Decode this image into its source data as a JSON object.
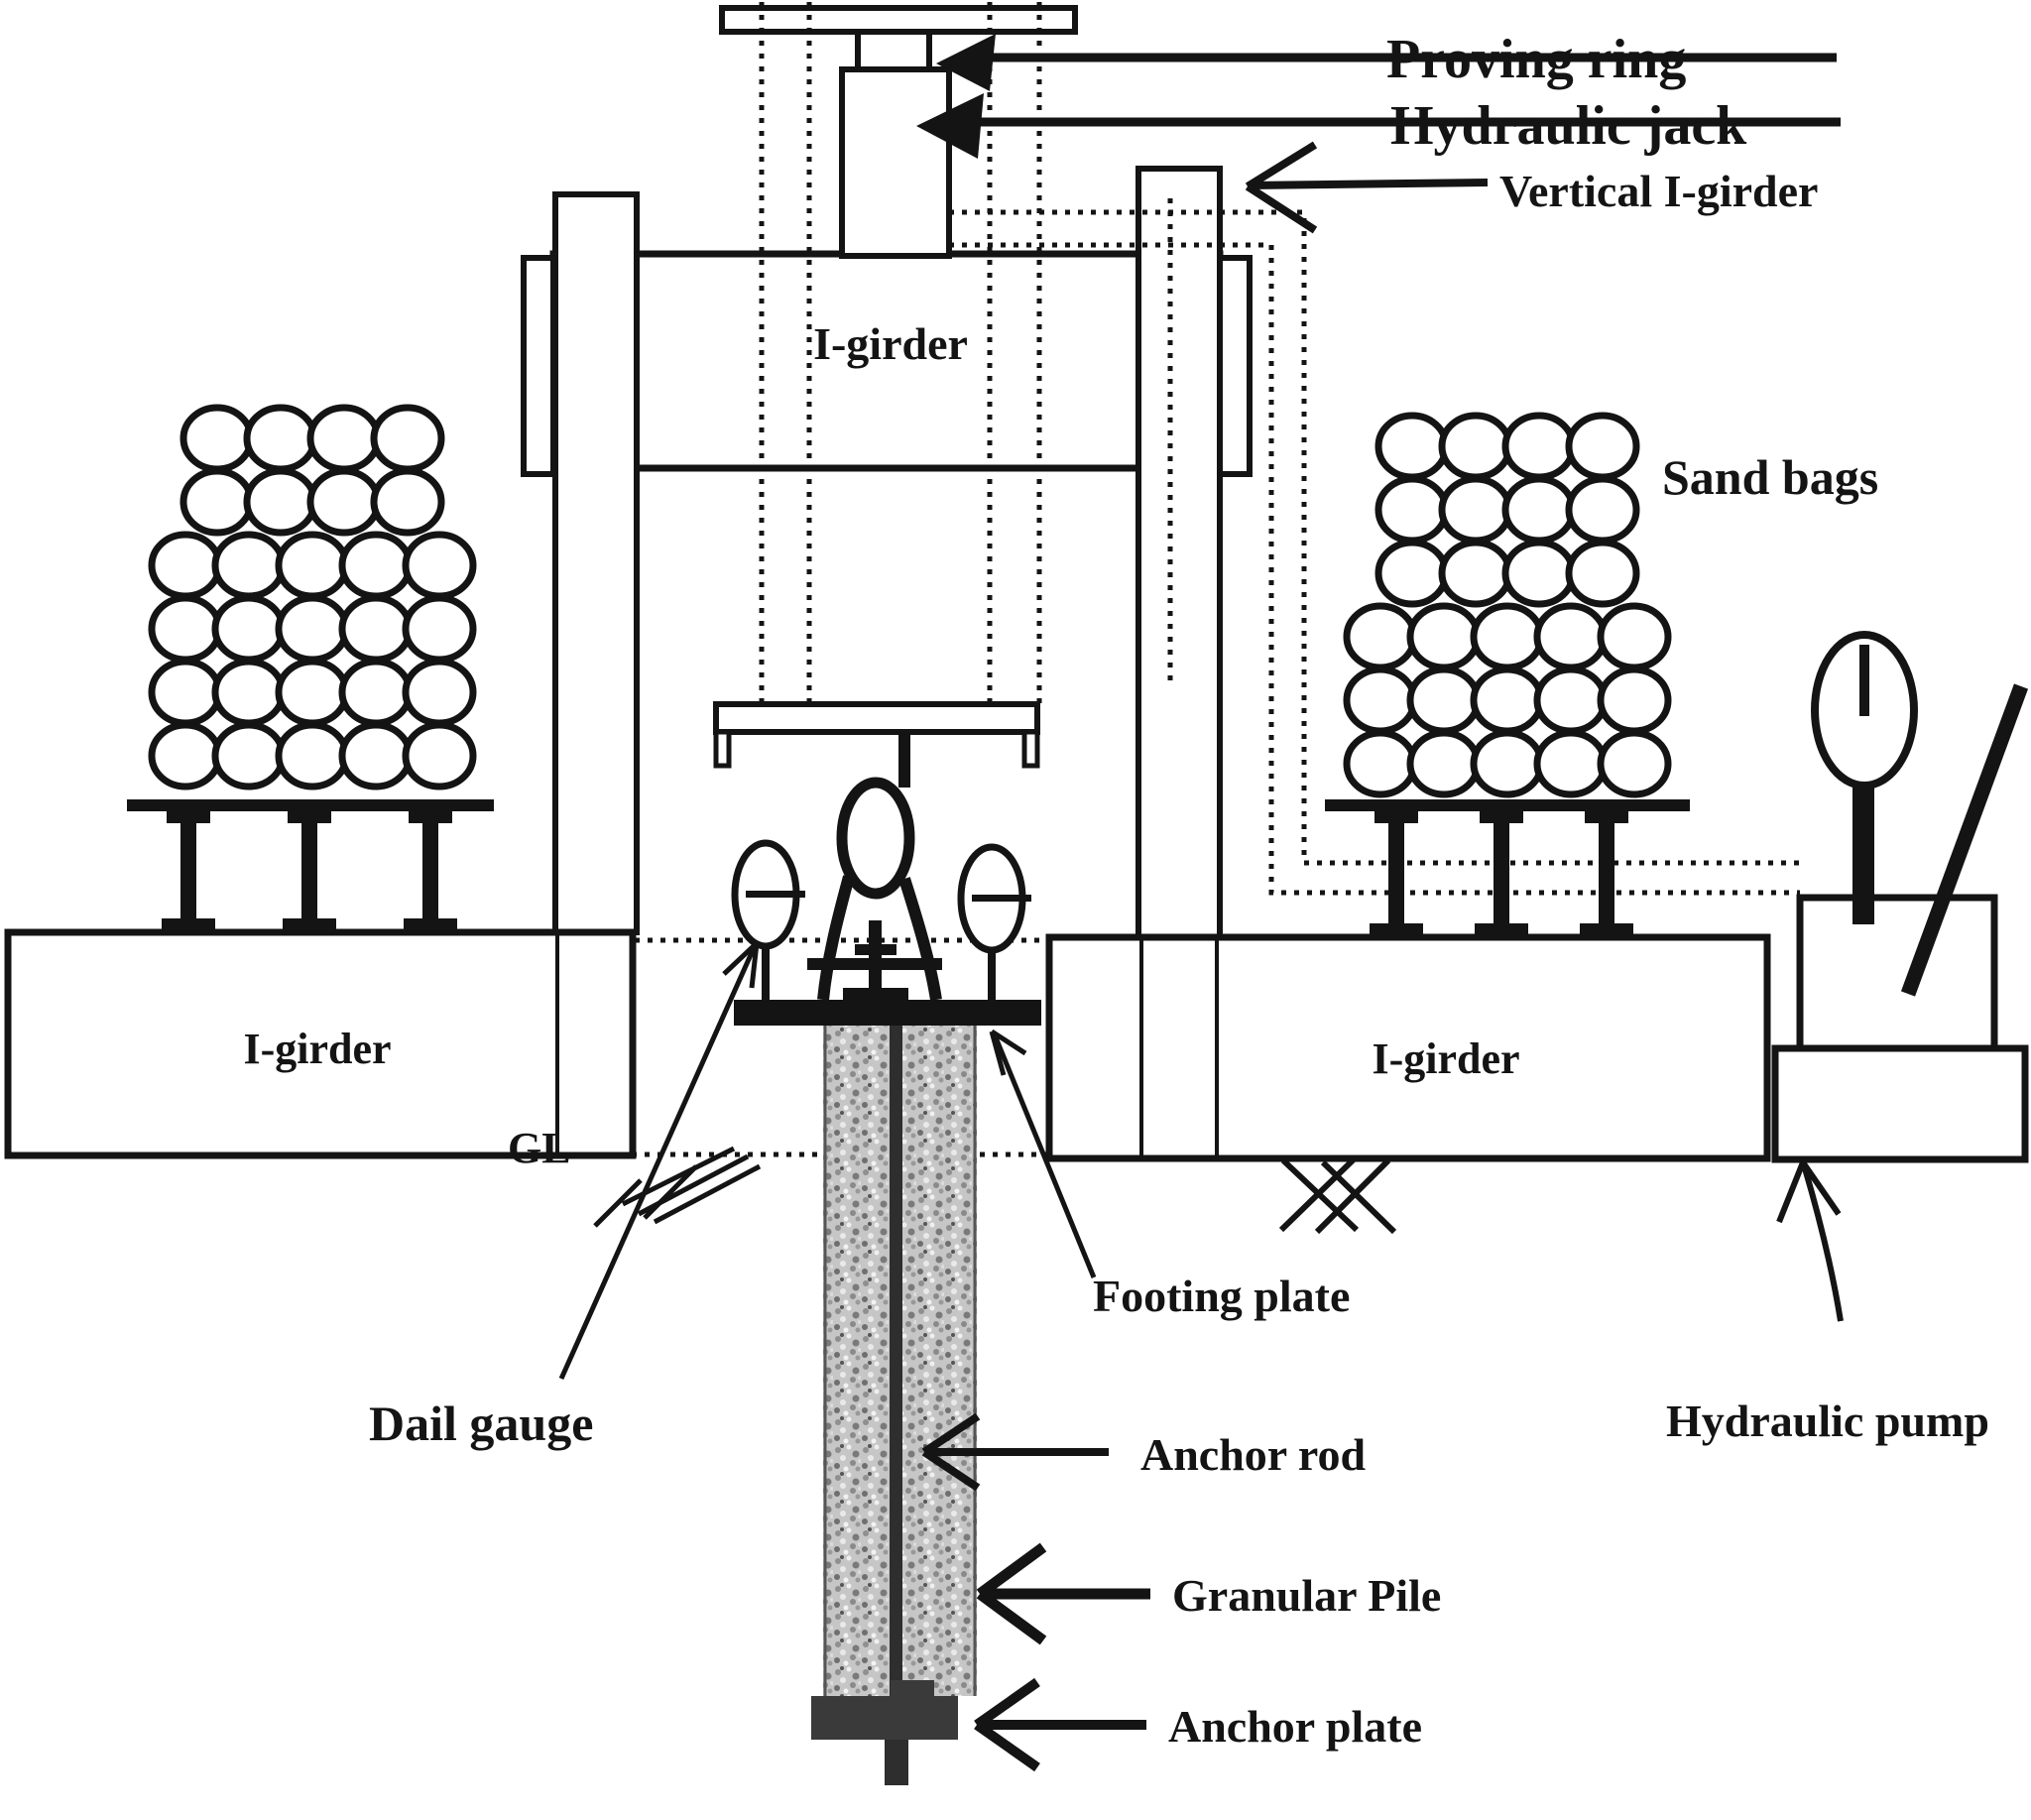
{
  "figure": {
    "description": "Schematic test setup for loading a granular pile anchor",
    "colors": {
      "ink": "#141414",
      "paper": "#ffffff",
      "pile_fill": "#c6c6c6",
      "anchor_dark": "#3a3a3a",
      "rod_dark": "#2e2e2e"
    },
    "labels": {
      "proving_ring": "Proving ring",
      "hydraulic_jack": "Hydraulic jack",
      "vertical_igirder": "Vertical I-girder",
      "igirder_top": "I-girder",
      "igirder_left": "I-girder",
      "igirder_right": "I-girder",
      "sand_bags": "Sand bags",
      "gl": "GL",
      "dail_gauge": "Dail gauge",
      "footing_plate": "Footing plate",
      "anchor_rod": "Anchor rod",
      "granular_pile": "Granular Pile",
      "anchor_plate": "Anchor plate",
      "hydraulic_pump": "Hydraulic pump"
    },
    "sand_bags_stacks": {
      "left_rows": [
        4,
        4,
        5,
        5,
        5,
        5
      ],
      "right_rows": [
        4,
        4,
        4,
        5,
        5,
        5
      ]
    }
  }
}
